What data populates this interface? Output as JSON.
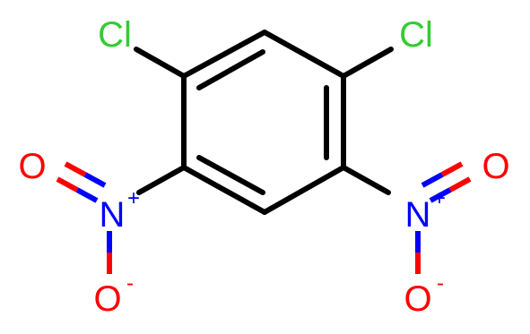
{
  "molecule": {
    "atoms": {
      "cl_left": {
        "symbol": "Cl",
        "color": "#33cc33"
      },
      "cl_right": {
        "symbol": "Cl",
        "color": "#33cc33"
      },
      "n_left": {
        "symbol": "N",
        "charge": "+",
        "color": "#0000ff"
      },
      "n_right": {
        "symbol": "N",
        "charge": "+",
        "color": "#0000ff"
      },
      "o_left_top": {
        "symbol": "O",
        "color": "#ff0000"
      },
      "o_left_bottom": {
        "symbol": "O",
        "charge": "-",
        "color": "#ff0000"
      },
      "o_right_top": {
        "symbol": "O",
        "color": "#ff0000"
      },
      "o_right_bottom": {
        "symbol": "O",
        "charge": "-",
        "color": "#ff0000"
      }
    },
    "bond_color": "#000000"
  }
}
